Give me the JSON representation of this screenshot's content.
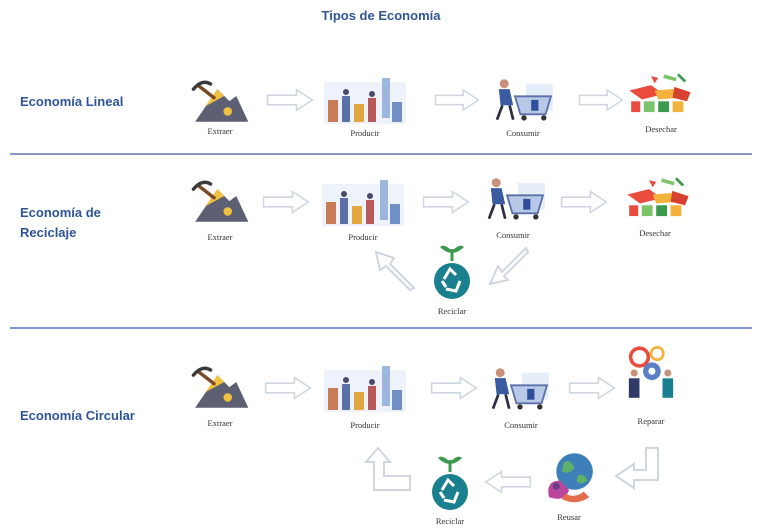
{
  "title": "Tipos de Economía",
  "rows": [
    {
      "name": "Economía Lineal",
      "steps": [
        "Extraer",
        "Producir",
        "Consumir",
        "Desechar"
      ]
    },
    {
      "name": "Economía de Reciclaje",
      "steps": [
        "Extraer",
        "Producir",
        "Consumir",
        "Desechar"
      ],
      "loop": "Reciclar"
    },
    {
      "name": "Economía Circular",
      "steps": [
        "Extraer",
        "Producir",
        "Consumir",
        "Reparar"
      ],
      "loop": [
        "Reusar",
        "Reciclar"
      ]
    }
  ],
  "icons": [
    "mining-icon",
    "factory-icon",
    "shopping-cart-icon",
    "trash-icon",
    "recycle-icon",
    "repair-icon",
    "reuse-globe-icon",
    "arrow-icon"
  ],
  "colors": {
    "heading": "#2f5597",
    "separator": "#8497c8",
    "recycle": "#1a7f8e",
    "leaf": "#3c9a4e"
  }
}
